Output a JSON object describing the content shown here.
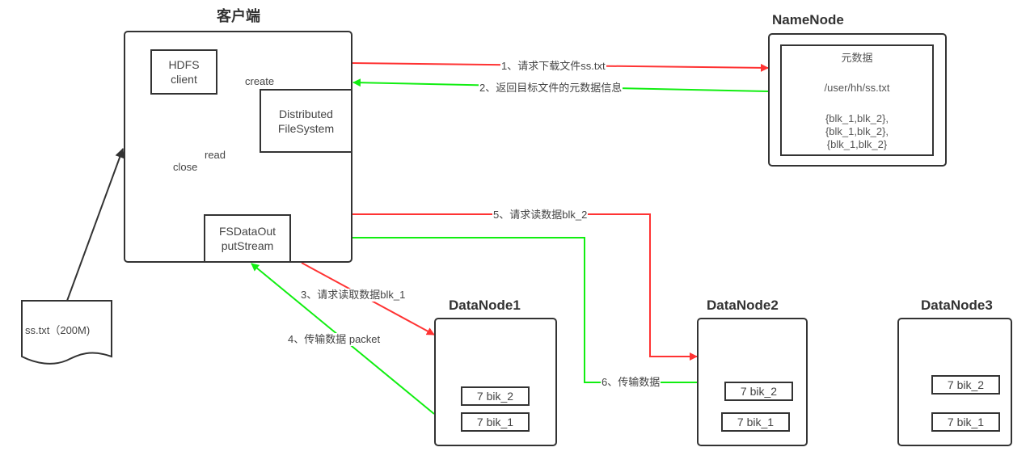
{
  "client": {
    "title": "客户端",
    "hdfs_client": "HDFS\nclient",
    "distributed_fs": "Distributed\nFileSystem",
    "fs_stream": "FSDataOut\nputStream",
    "create_label": "create",
    "read_label": "read",
    "close_label": "close"
  },
  "file": {
    "label": "ss.txt（200M)"
  },
  "namenode": {
    "title": "NameNode",
    "heading": "元数据",
    "path": "/user/hh/ss.txt",
    "blocks": "{blk_1,blk_2},\n{blk_1,blk_2},\n{blk_1,blk_2}"
  },
  "datanodes": [
    {
      "title": "DataNode1",
      "blocks": [
        "7 bik_2",
        "7 bik_1"
      ]
    },
    {
      "title": "DataNode2",
      "blocks": [
        "7 bik_2",
        "7 bik_1"
      ]
    },
    {
      "title": "DataNode3",
      "blocks": [
        "7 bik_2",
        "7 bik_1"
      ]
    }
  ],
  "steps": [
    {
      "label": "1、请求下载文件ss.txt",
      "color": "#ff3333"
    },
    {
      "label": "2、返回目标文件的元数据信息",
      "color": "#00ee00"
    },
    {
      "label": "3、请求读取数据blk_1",
      "color": "#ff3333"
    },
    {
      "label": "4、传输数据 packet",
      "color": "#00ee00"
    },
    {
      "label": "5、请求读数据blk_2",
      "color": "#ff3333"
    },
    {
      "label": "6、传输数据",
      "color": "#00ee00"
    }
  ],
  "colors": {
    "request": "#ff3333",
    "response": "#11ee11",
    "stroke": "#333333"
  }
}
